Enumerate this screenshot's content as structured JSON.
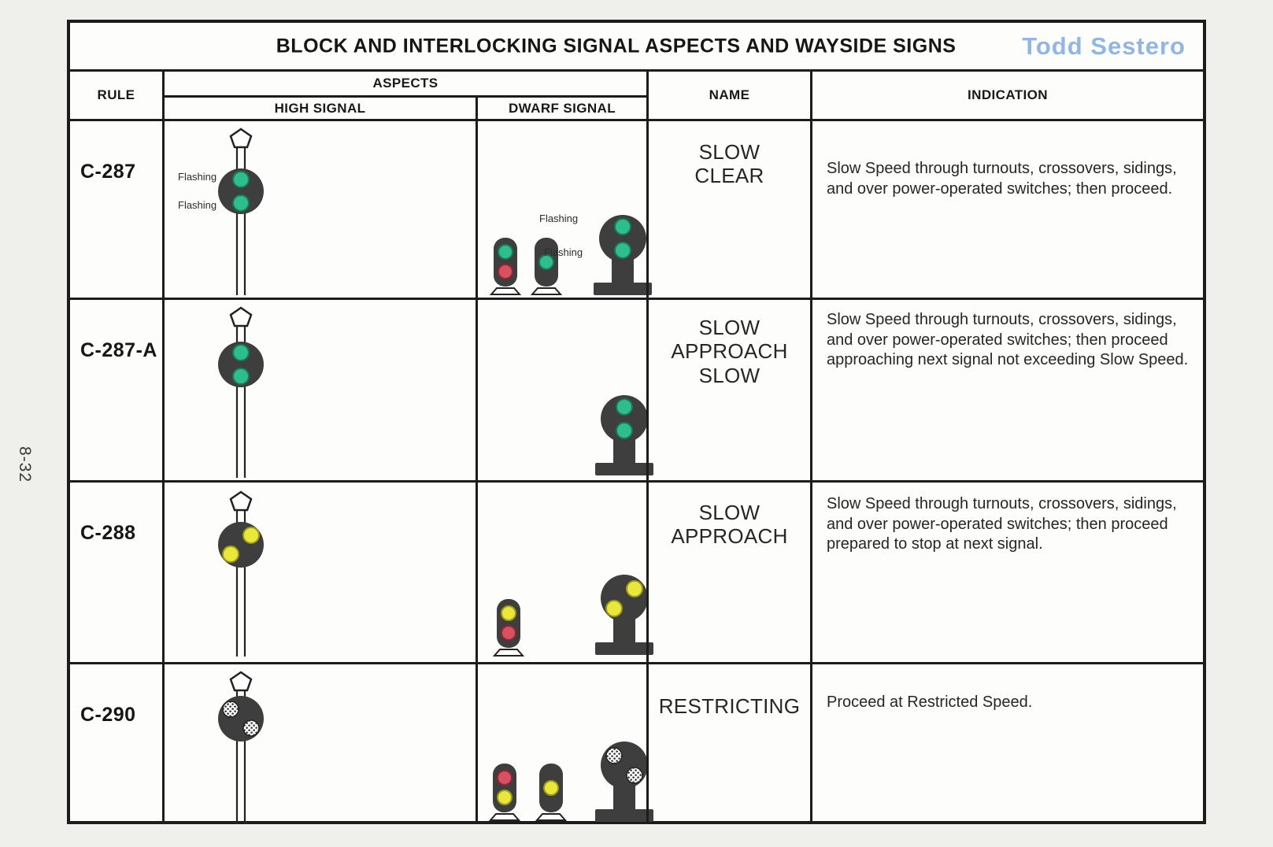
{
  "page_label": "8-32",
  "title": "BLOCK AND INTERLOCKING SIGNAL ASPECTS AND WAYSIDE SIGNS",
  "author": "Todd Sestero",
  "columns": {
    "rule": "RULE",
    "aspects": "ASPECTS",
    "high_signal": "HIGH SIGNAL",
    "dwarf_signal": "DWARF SIGNAL",
    "name": "NAME",
    "indication": "INDICATION"
  },
  "labels": {
    "flashing": "Flashing"
  },
  "colors": {
    "author_blue": "#8fb6e6",
    "signal_body": "#3e3e3e",
    "green": "#2ebd8d",
    "yellow": "#e9e73a",
    "red": "#d85160",
    "lunar_white": "#ffffff",
    "border": "#1c1c1c",
    "page_background": "#efefec"
  },
  "rows": [
    {
      "rule": "C-287",
      "name": "SLOW\nCLEAR",
      "indication": "Slow Speed through turnouts, crossovers, sidings, and over power-operated switches; then proceed.",
      "high_signal_icon": "mast-signal-two-green-vertical-flashing",
      "dwarf_signal_icons": [
        "dwarf-green-over-red",
        "dwarf-single-green",
        "pedestal-dwarf-two-green-vertical-flashing"
      ]
    },
    {
      "rule": "C-287-A",
      "name": "SLOW\nAPPROACH\nSLOW",
      "indication": "Slow Speed through turnouts, crossovers, sidings, and over power-operated switches; then proceed approaching next signal not exceeding Slow Speed.",
      "high_signal_icon": "mast-signal-two-green-vertical",
      "dwarf_signal_icons": [
        "pedestal-dwarf-two-green-vertical"
      ]
    },
    {
      "rule": "C-288",
      "name": "SLOW\nAPPROACH",
      "indication": "Slow Speed through turnouts, crossovers, sidings, and over power-operated switches; then proceed prepared to stop at next signal.",
      "high_signal_icon": "mast-signal-two-yellow-diagonal",
      "dwarf_signal_icons": [
        "dwarf-yellow-over-red",
        "pedestal-dwarf-two-yellow-diagonal"
      ]
    },
    {
      "rule": "C-290",
      "name": "RESTRICTING",
      "indication": "Proceed at Restricted Speed.",
      "high_signal_icon": "mast-signal-two-lunar-diagonal",
      "dwarf_signal_icons": [
        "dwarf-red-over-yellow",
        "dwarf-single-yellow",
        "pedestal-dwarf-two-lunar-diagonal"
      ]
    }
  ]
}
